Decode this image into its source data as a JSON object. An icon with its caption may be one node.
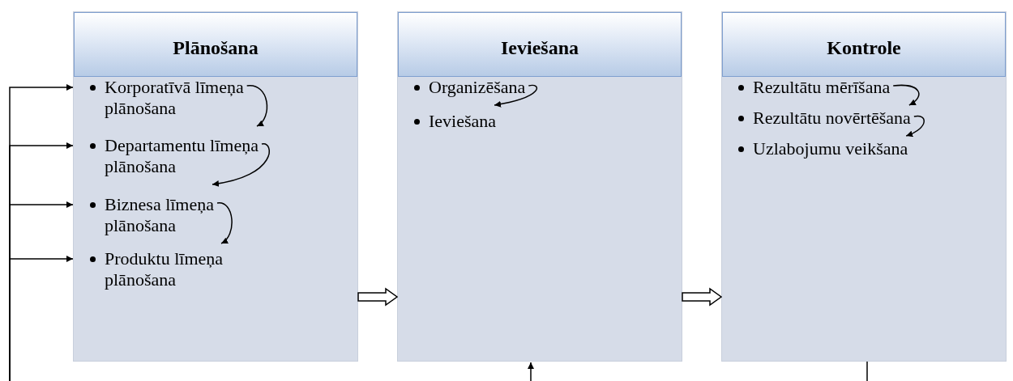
{
  "diagram": {
    "nodes": [
      {
        "text": [
          "Plānošana"
        ]
      },
      {
        "text": [
          "Korporatīvā līmeņa plānošana"
        ],
        "in": 0
      },
      {
        "text": [
          "Departamentu līmeņa plānošana"
        ],
        "in": 0
      },
      {
        "text": [
          "Biznesa līmeņa plānošana"
        ],
        "in": 0
      },
      {
        "text": [
          "Produktu līmeņa plānošana"
        ],
        "in": 0
      },
      {
        "text": [
          "Ieviešana"
        ]
      },
      {
        "text": [
          "Organizēšana"
        ],
        "in": 5
      },
      {
        "text": [
          "Ieviešana"
        ],
        "in": 5
      },
      {
        "text": [
          "Kontrole"
        ]
      },
      {
        "text": [
          "Rezultātu mērīšana"
        ],
        "in": 8
      },
      {
        "text": [
          "Rezultātu novērtēšana"
        ],
        "in": 8
      },
      {
        "text": [
          "Uzlabojumu veikšana"
        ],
        "in": 8
      }
    ],
    "edges": [
      {
        "from": 0,
        "to": 5,
        "arrow": "to",
        "style": "thick"
      },
      {
        "from": 5,
        "to": 8,
        "arrow": "to",
        "style": "thick"
      },
      {
        "from": 1,
        "to": 2,
        "arrow": "to"
      },
      {
        "from": 2,
        "to": 3,
        "arrow": "to"
      },
      {
        "from": 3,
        "to": 4,
        "arrow": "to"
      },
      {
        "from": 6,
        "to": 7,
        "arrow": "to"
      },
      {
        "from": 9,
        "to": 10,
        "arrow": "to"
      },
      {
        "from": 10,
        "to": 11,
        "arrow": "to"
      },
      {
        "from": null,
        "to": 1,
        "arrow": "to"
      },
      {
        "from": null,
        "to": 2,
        "arrow": "to"
      },
      {
        "from": null,
        "to": 3,
        "arrow": "to"
      },
      {
        "from": null,
        "to": 4,
        "arrow": "to"
      },
      {
        "from": 8,
        "to": null,
        "arrow": "none"
      },
      {
        "from": null,
        "to": 5,
        "arrow": "to"
      }
    ]
  }
}
